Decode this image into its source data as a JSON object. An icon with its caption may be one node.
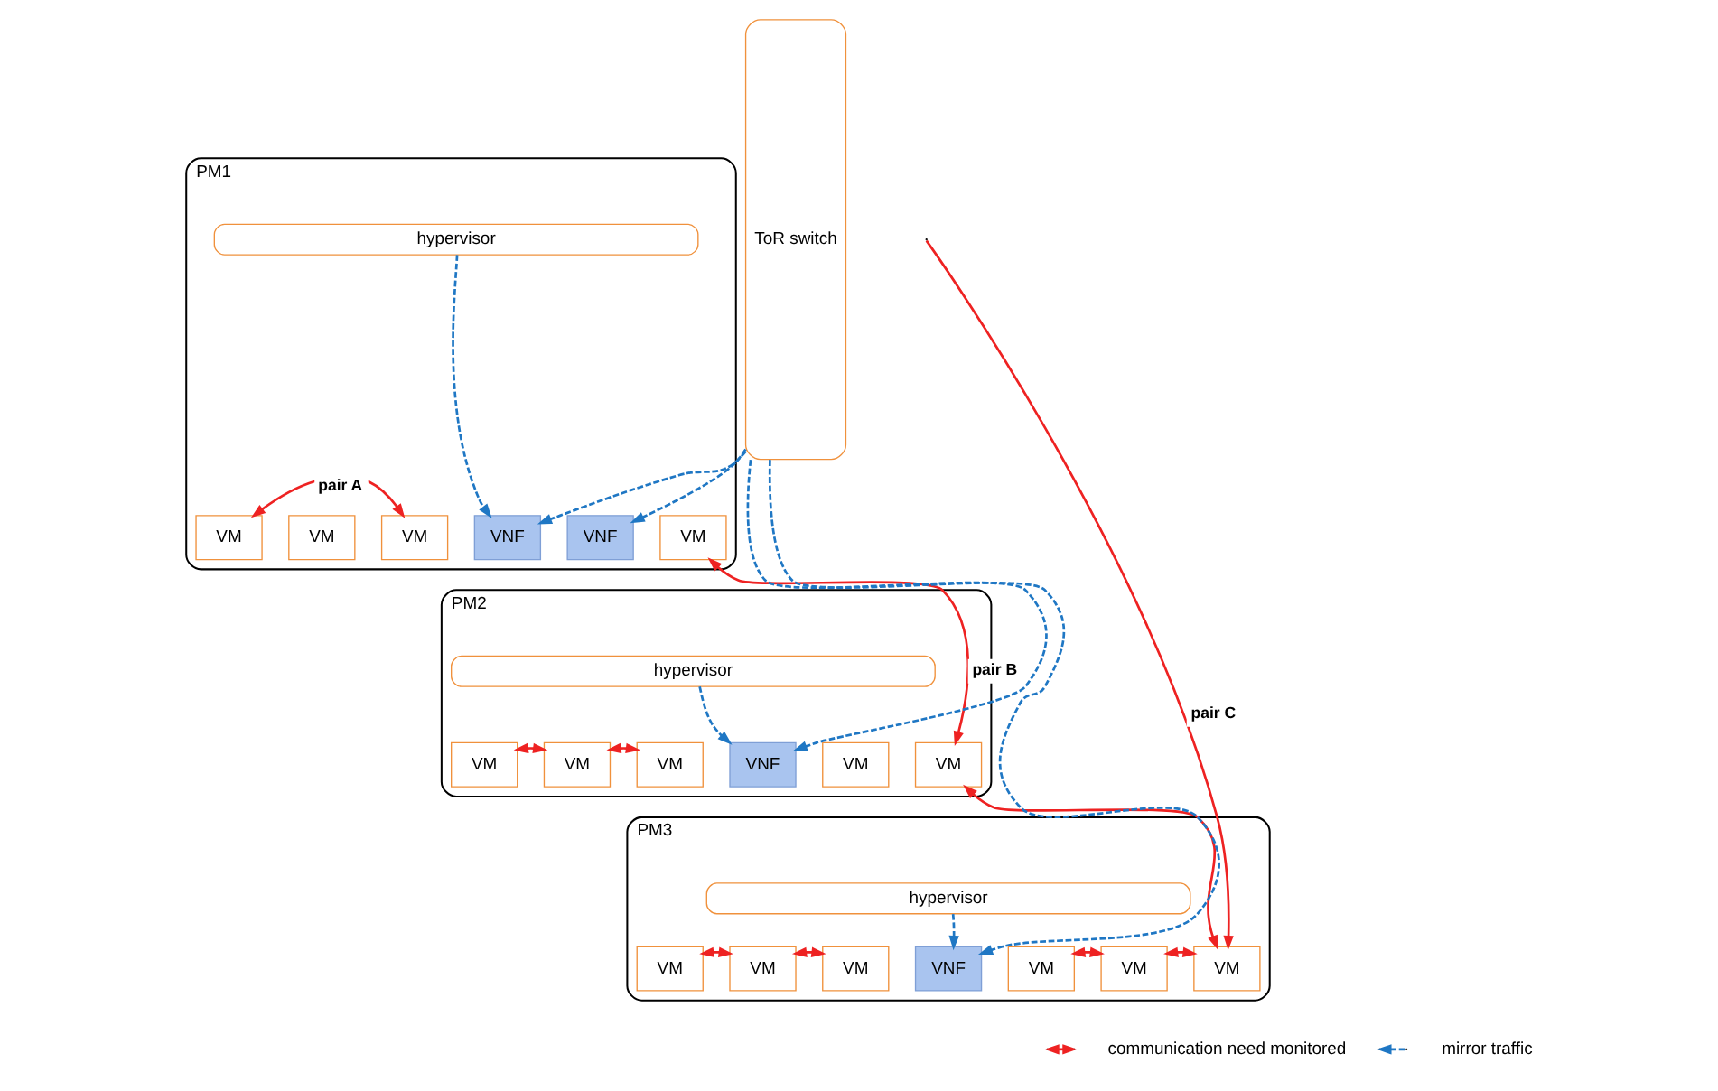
{
  "diagram": {
    "nodes": [
      {
        "text": [
          "PM1"
        ]
      },
      {
        "text": [
          "hypervisor"
        ],
        "in": 0
      },
      {
        "text": [
          "VM"
        ],
        "in": 0
      },
      {
        "text": [
          "VM"
        ],
        "in": 0
      },
      {
        "text": [
          "VM"
        ],
        "in": 0
      },
      {
        "text": [
          "VNF"
        ],
        "in": 0
      },
      {
        "text": [
          "VNF"
        ],
        "in": 0
      },
      {
        "text": [
          "VM"
        ],
        "in": 0
      },
      {
        "text": [
          "PM2"
        ]
      },
      {
        "text": [
          "hypervisor"
        ],
        "in": 8
      },
      {
        "text": [
          "VM"
        ],
        "in": 8
      },
      {
        "text": [
          "VM"
        ],
        "in": 8
      },
      {
        "text": [
          "VM"
        ],
        "in": 8
      },
      {
        "text": [
          "VNF"
        ],
        "in": 8
      },
      {
        "text": [
          "VM"
        ],
        "in": 8
      },
      {
        "text": [
          "VM"
        ],
        "in": 8
      },
      {
        "text": [
          "PM3"
        ]
      },
      {
        "text": [
          "hypervisor"
        ],
        "in": 16
      },
      {
        "text": [
          "VM"
        ],
        "in": 16
      },
      {
        "text": [
          "VM"
        ],
        "in": 16
      },
      {
        "text": [
          "VM"
        ],
        "in": 16
      },
      {
        "text": [
          "VNF"
        ],
        "in": 16
      },
      {
        "text": [
          "VM"
        ],
        "in": 16
      },
      {
        "text": [
          "VM"
        ],
        "in": 16
      },
      {
        "text": [
          "VM"
        ],
        "in": 16
      },
      {
        "text": [
          "ToR switch"
        ]
      }
    ],
    "edges": [
      {
        "from": 2,
        "to": 4,
        "arrow": "both",
        "label": "pair A"
      },
      {
        "from": 7,
        "to": 15,
        "arrow": "both",
        "label": "pair B"
      },
      {
        "from": 15,
        "to": 24,
        "arrow": "both"
      },
      {
        "from": null,
        "to": 24,
        "arrow": "to",
        "label": "pair C"
      },
      {
        "from": 10,
        "to": 11,
        "arrow": "both"
      },
      {
        "from": 11,
        "to": 12,
        "arrow": "both"
      },
      {
        "from": 18,
        "to": 19,
        "arrow": "both"
      },
      {
        "from": 19,
        "to": 20,
        "arrow": "both"
      },
      {
        "from": 22,
        "to": 23,
        "arrow": "both"
      },
      {
        "from": 23,
        "to": 24,
        "arrow": "both"
      },
      {
        "from": 1,
        "to": 5,
        "arrow": "to",
        "style": "dashed",
        "color": "#1f77c4"
      },
      {
        "from": 25,
        "to": 5,
        "arrow": "to",
        "style": "dashed",
        "color": "#1f77c4"
      },
      {
        "from": 25,
        "to": 6,
        "arrow": "to",
        "style": "dashed",
        "color": "#1f77c4"
      },
      {
        "from": 9,
        "to": 13,
        "arrow": "to",
        "style": "dashed",
        "color": "#1f77c4"
      },
      {
        "from": 25,
        "to": 13,
        "arrow": "to",
        "style": "dashed",
        "color": "#1f77c4"
      },
      {
        "from": 17,
        "to": 21,
        "arrow": "to",
        "style": "dashed",
        "color": "#1f77c4"
      },
      {
        "from": 25,
        "to": 21,
        "arrow": "to",
        "style": "dashed",
        "color": "#1f77c4"
      }
    ],
    "legend": [
      {
        "text": "communication need monitored"
      },
      {
        "text": "mirror traffic"
      }
    ]
  }
}
